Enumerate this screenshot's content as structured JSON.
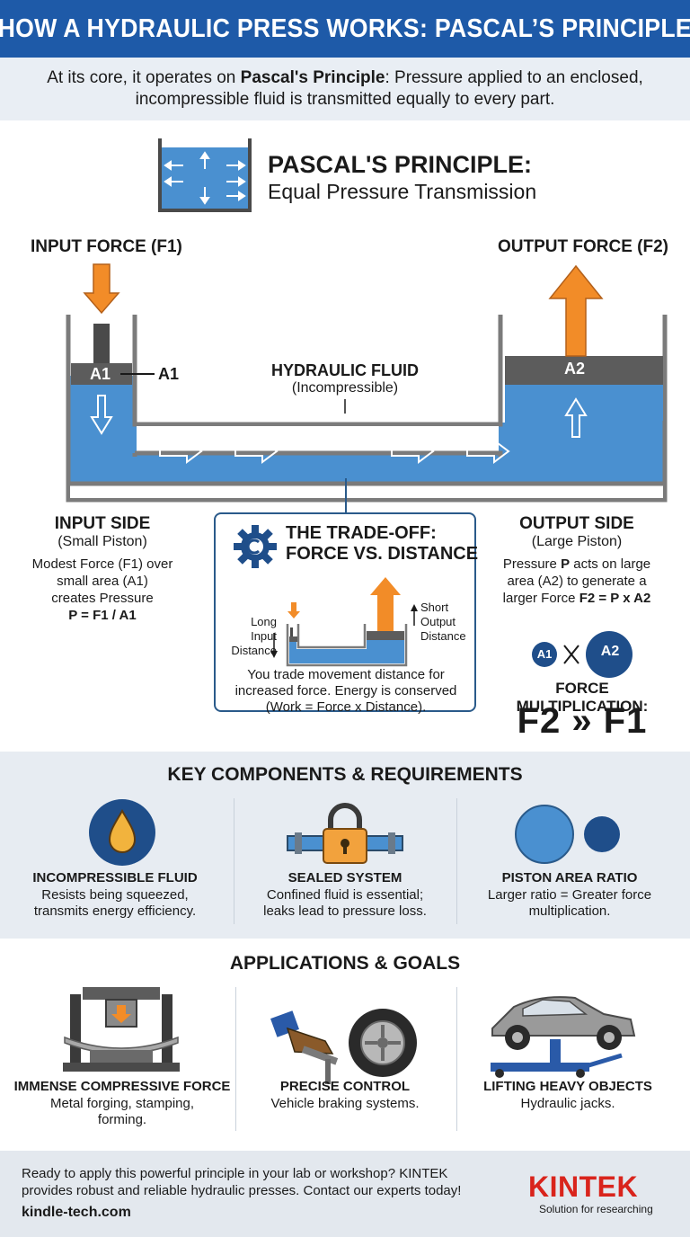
{
  "header": {
    "title": "HOW A HYDRAULIC PRESS WORKS: PASCAL’S PRINCIPLE"
  },
  "intro": {
    "line1_pre": "At its core, it operates on ",
    "line1_bold": "Pascal's Principle",
    "line1_post": ": Pressure applied to an enclosed,",
    "line2": "incompressible fluid is transmitted equally to every part."
  },
  "principle": {
    "title": "PASCAL'S PRINCIPLE:",
    "subtitle": "Equal Pressure Transmission"
  },
  "diagram": {
    "input_force": "INPUT FORCE (F1)",
    "output_force": "OUTPUT FORCE (F2)",
    "a1_label": "A1",
    "a1_pointer": "A1",
    "a2_label": "A2",
    "fluid_title": "HYDRAULIC FLUID",
    "fluid_sub": "(Incompressible)"
  },
  "input_side": {
    "title": "INPUT SIDE",
    "sub": "(Small Piston)",
    "desc1": "Modest Force (F1) over",
    "desc2": "small area (A1)",
    "desc3": "creates Pressure",
    "formula": "P = F1 / A1"
  },
  "output_side": {
    "title": "OUTPUT SIDE",
    "sub": "(Large Piston)",
    "desc1_pre": "Pressure ",
    "desc1_bold": "P",
    "desc1_post": " acts on large",
    "desc2": "area (A2) to generate a",
    "desc3_pre": "larger Force ",
    "desc3_bold": "F2 = P x A2"
  },
  "tradeoff": {
    "title1": "THE TRADE-OFF:",
    "title2": "FORCE VS. DISTANCE",
    "long_input": [
      "Long",
      "Input",
      "Distance"
    ],
    "short_output": [
      "Short",
      "Output",
      "Distance"
    ],
    "desc1": "You trade movement distance for",
    "desc2": "increased force. Energy is conserved",
    "desc3": "(Work = Force x Distance)."
  },
  "multiplication": {
    "a1": "A1",
    "a2": "A2",
    "label": "FORCE MULTIPLICATION:",
    "eq_left": "F2",
    "eq_sym": "»",
    "eq_right": "F1"
  },
  "key_components": {
    "title": "KEY COMPONENTS & REQUIREMENTS",
    "items": [
      {
        "title": "INCOMPRESSIBLE FLUID",
        "desc1": "Resists being squeezed,",
        "desc2": "transmits energy efficiency."
      },
      {
        "title": "SEALED SYSTEM",
        "desc1": "Confined fluid is essential;",
        "desc2": "leaks lead to pressure loss."
      },
      {
        "title": "PISTON AREA RATIO",
        "desc1": "Larger ratio = Greater force",
        "desc2": "multiplication."
      }
    ]
  },
  "applications": {
    "title": "APPLICATIONS & GOALS",
    "items": [
      {
        "title": "IMMENSE COMPRESSIVE FORCE",
        "desc1": "Metal forging, stamping,",
        "desc2": "forming."
      },
      {
        "title": "PRECISE CONTROL",
        "desc1": "Vehicle braking systems.",
        "desc2": ""
      },
      {
        "title": "LIFTING HEAVY OBJECTS",
        "desc1": "Hydraulic jacks.",
        "desc2": ""
      }
    ]
  },
  "footer": {
    "line1": "Ready to apply this powerful principle in your lab or workshop? KINTEK",
    "line2": "provides robust and reliable hydraulic presses. Contact our experts today!",
    "url": "kindle-tech.com",
    "logo": "KINTEK",
    "tagline": "Solution for researching"
  },
  "colors": {
    "header_blue": "#1e5aa8",
    "fluid_blue": "#4a90d0",
    "accent_orange": "#f28c28",
    "piston_gray": "#5c5c5c",
    "dark_navy": "#1f4e8a",
    "brand_red": "#d9241c"
  }
}
